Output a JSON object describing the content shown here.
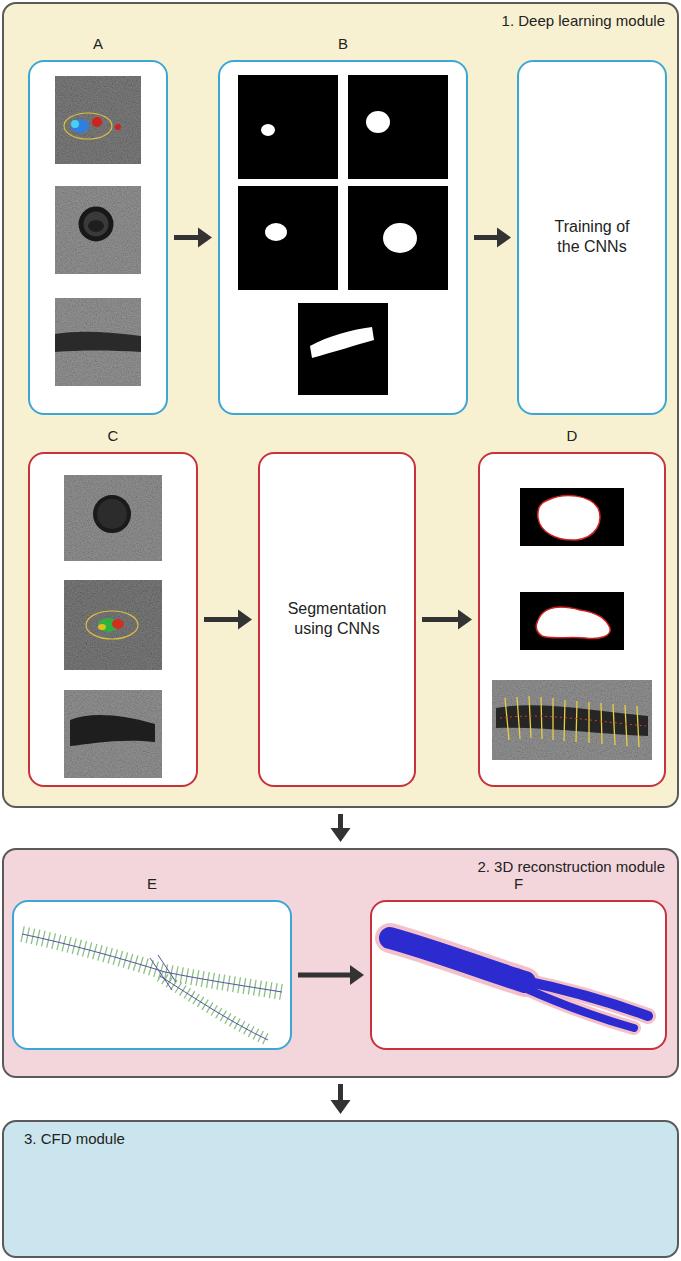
{
  "diagram": {
    "nodes": [
      {
        "text": [
          "1. Deep learning module"
        ]
      },
      {
        "text": [
          "A"
        ],
        "in": 0
      },
      {
        "text": [
          "B"
        ],
        "in": 0
      },
      {
        "text": [
          "Training of the CNNs"
        ],
        "in": 0
      },
      {
        "text": [
          "C"
        ],
        "in": 0
      },
      {
        "text": [
          "Segmentation using CNNs"
        ],
        "in": 0
      },
      {
        "text": [
          "D"
        ],
        "in": 0
      },
      {
        "text": [
          "2. 3D reconstruction module"
        ]
      },
      {
        "text": [
          "E"
        ],
        "in": 7
      },
      {
        "text": [
          "F"
        ],
        "in": 7
      },
      {
        "text": [
          "3. CFD module"
        ]
      }
    ],
    "edges": [
      {
        "from": 1,
        "to": 2,
        "arrow": "to"
      },
      {
        "from": 2,
        "to": 3,
        "arrow": "to"
      },
      {
        "from": 4,
        "to": 5,
        "arrow": "to"
      },
      {
        "from": 5,
        "to": 6,
        "arrow": "to"
      },
      {
        "from": 0,
        "to": 7,
        "arrow": "to"
      },
      {
        "from": 8,
        "to": 9,
        "arrow": "to"
      },
      {
        "from": 7,
        "to": 10,
        "arrow": "to"
      }
    ]
  }
}
